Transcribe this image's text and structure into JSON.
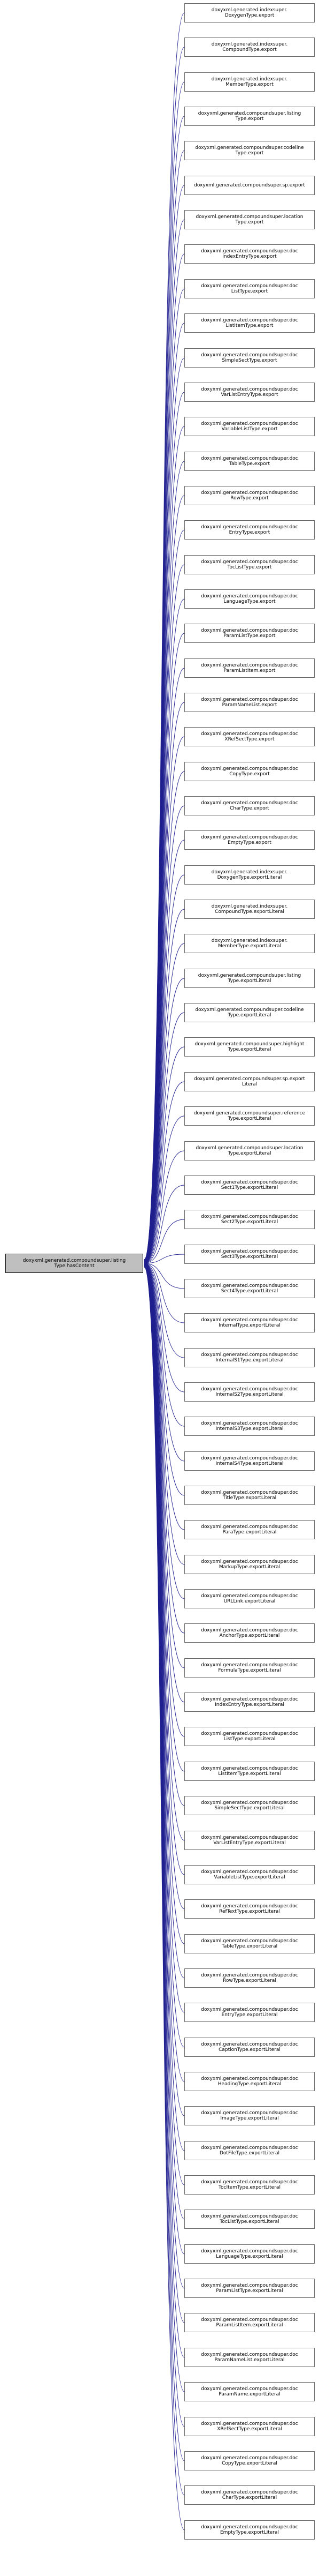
{
  "root": {
    "lines": [
      "doxyxml.generated.compoundsuper.listing",
      "Type.hasContent"
    ]
  },
  "colors": {
    "edge": "#1f1f8f",
    "node_border": "#666666",
    "root_fill": "#bfbfbf"
  },
  "nodes": [
    {
      "lines": [
        "doxyxml.generated.indexsuper.",
        "DoxygenType.export"
      ]
    },
    {
      "lines": [
        "doxyxml.generated.indexsuper.",
        "CompoundType.export"
      ]
    },
    {
      "lines": [
        "doxyxml.generated.indexsuper.",
        "MemberType.export"
      ]
    },
    {
      "lines": [
        "doxyxml.generated.compoundsuper.listing",
        "Type.export"
      ]
    },
    {
      "lines": [
        "doxyxml.generated.compoundsuper.codeline",
        "Type.export"
      ]
    },
    {
      "lines": [
        "doxyxml.generated.compoundsuper.sp.export"
      ]
    },
    {
      "lines": [
        "doxyxml.generated.compoundsuper.location",
        "Type.export"
      ]
    },
    {
      "lines": [
        "doxyxml.generated.compoundsuper.doc",
        "IndexEntryType.export"
      ]
    },
    {
      "lines": [
        "doxyxml.generated.compoundsuper.doc",
        "ListType.export"
      ]
    },
    {
      "lines": [
        "doxyxml.generated.compoundsuper.doc",
        "ListItemType.export"
      ]
    },
    {
      "lines": [
        "doxyxml.generated.compoundsuper.doc",
        "SimpleSectType.export"
      ]
    },
    {
      "lines": [
        "doxyxml.generated.compoundsuper.doc",
        "VarListEntryType.export"
      ]
    },
    {
      "lines": [
        "doxyxml.generated.compoundsuper.doc",
        "VariableListType.export"
      ]
    },
    {
      "lines": [
        "doxyxml.generated.compoundsuper.doc",
        "TableType.export"
      ]
    },
    {
      "lines": [
        "doxyxml.generated.compoundsuper.doc",
        "RowType.export"
      ]
    },
    {
      "lines": [
        "doxyxml.generated.compoundsuper.doc",
        "EntryType.export"
      ]
    },
    {
      "lines": [
        "doxyxml.generated.compoundsuper.doc",
        "TocListType.export"
      ]
    },
    {
      "lines": [
        "doxyxml.generated.compoundsuper.doc",
        "LanguageType.export"
      ]
    },
    {
      "lines": [
        "doxyxml.generated.compoundsuper.doc",
        "ParamListType.export"
      ]
    },
    {
      "lines": [
        "doxyxml.generated.compoundsuper.doc",
        "ParamListItem.export"
      ]
    },
    {
      "lines": [
        "doxyxml.generated.compoundsuper.doc",
        "ParamNameList.export"
      ]
    },
    {
      "lines": [
        "doxyxml.generated.compoundsuper.doc",
        "XRefSectType.export"
      ]
    },
    {
      "lines": [
        "doxyxml.generated.compoundsuper.doc",
        "CopyType.export"
      ]
    },
    {
      "lines": [
        "doxyxml.generated.compoundsuper.doc",
        "CharType.export"
      ]
    },
    {
      "lines": [
        "doxyxml.generated.compoundsuper.doc",
        "EmptyType.export"
      ]
    },
    {
      "lines": [
        "doxyxml.generated.indexsuper.",
        "DoxygenType.exportLiteral"
      ]
    },
    {
      "lines": [
        "doxyxml.generated.indexsuper.",
        "CompoundType.exportLiteral"
      ]
    },
    {
      "lines": [
        "doxyxml.generated.indexsuper.",
        "MemberType.exportLiteral"
      ]
    },
    {
      "lines": [
        "doxyxml.generated.compoundsuper.listing",
        "Type.exportLiteral"
      ]
    },
    {
      "lines": [
        "doxyxml.generated.compoundsuper.codeline",
        "Type.exportLiteral"
      ]
    },
    {
      "lines": [
        "doxyxml.generated.compoundsuper.highlight",
        "Type.exportLiteral"
      ]
    },
    {
      "lines": [
        "doxyxml.generated.compoundsuper.sp.export",
        "Literal"
      ]
    },
    {
      "lines": [
        "doxyxml.generated.compoundsuper.reference",
        "Type.exportLiteral"
      ]
    },
    {
      "lines": [
        "doxyxml.generated.compoundsuper.location",
        "Type.exportLiteral"
      ]
    },
    {
      "lines": [
        "doxyxml.generated.compoundsuper.doc",
        "Sect1Type.exportLiteral"
      ]
    },
    {
      "lines": [
        "doxyxml.generated.compoundsuper.doc",
        "Sect2Type.exportLiteral"
      ]
    },
    {
      "lines": [
        "doxyxml.generated.compoundsuper.doc",
        "Sect3Type.exportLiteral"
      ]
    },
    {
      "lines": [
        "doxyxml.generated.compoundsuper.doc",
        "Sect4Type.exportLiteral"
      ]
    },
    {
      "lines": [
        "doxyxml.generated.compoundsuper.doc",
        "InternalType.exportLiteral"
      ]
    },
    {
      "lines": [
        "doxyxml.generated.compoundsuper.doc",
        "InternalS1Type.exportLiteral"
      ]
    },
    {
      "lines": [
        "doxyxml.generated.compoundsuper.doc",
        "InternalS2Type.exportLiteral"
      ]
    },
    {
      "lines": [
        "doxyxml.generated.compoundsuper.doc",
        "InternalS3Type.exportLiteral"
      ]
    },
    {
      "lines": [
        "doxyxml.generated.compoundsuper.doc",
        "InternalS4Type.exportLiteral"
      ]
    },
    {
      "lines": [
        "doxyxml.generated.compoundsuper.doc",
        "TitleType.exportLiteral"
      ]
    },
    {
      "lines": [
        "doxyxml.generated.compoundsuper.doc",
        "ParaType.exportLiteral"
      ]
    },
    {
      "lines": [
        "doxyxml.generated.compoundsuper.doc",
        "MarkupType.exportLiteral"
      ]
    },
    {
      "lines": [
        "doxyxml.generated.compoundsuper.doc",
        "URLLink.exportLiteral"
      ]
    },
    {
      "lines": [
        "doxyxml.generated.compoundsuper.doc",
        "AnchorType.exportLiteral"
      ]
    },
    {
      "lines": [
        "doxyxml.generated.compoundsuper.doc",
        "FormulaType.exportLiteral"
      ]
    },
    {
      "lines": [
        "doxyxml.generated.compoundsuper.doc",
        "IndexEntryType.exportLiteral"
      ]
    },
    {
      "lines": [
        "doxyxml.generated.compoundsuper.doc",
        "ListType.exportLiteral"
      ]
    },
    {
      "lines": [
        "doxyxml.generated.compoundsuper.doc",
        "ListItemType.exportLiteral"
      ]
    },
    {
      "lines": [
        "doxyxml.generated.compoundsuper.doc",
        "SimpleSectType.exportLiteral"
      ]
    },
    {
      "lines": [
        "doxyxml.generated.compoundsuper.doc",
        "VarListEntryType.exportLiteral"
      ]
    },
    {
      "lines": [
        "doxyxml.generated.compoundsuper.doc",
        "VariableListType.exportLiteral"
      ]
    },
    {
      "lines": [
        "doxyxml.generated.compoundsuper.doc",
        "RefTextType.exportLiteral"
      ]
    },
    {
      "lines": [
        "doxyxml.generated.compoundsuper.doc",
        "TableType.exportLiteral"
      ]
    },
    {
      "lines": [
        "doxyxml.generated.compoundsuper.doc",
        "RowType.exportLiteral"
      ]
    },
    {
      "lines": [
        "doxyxml.generated.compoundsuper.doc",
        "EntryType.exportLiteral"
      ]
    },
    {
      "lines": [
        "doxyxml.generated.compoundsuper.doc",
        "CaptionType.exportLiteral"
      ]
    },
    {
      "lines": [
        "doxyxml.generated.compoundsuper.doc",
        "HeadingType.exportLiteral"
      ]
    },
    {
      "lines": [
        "doxyxml.generated.compoundsuper.doc",
        "ImageType.exportLiteral"
      ]
    },
    {
      "lines": [
        "doxyxml.generated.compoundsuper.doc",
        "DotFileType.exportLiteral"
      ]
    },
    {
      "lines": [
        "doxyxml.generated.compoundsuper.doc",
        "TocItemType.exportLiteral"
      ]
    },
    {
      "lines": [
        "doxyxml.generated.compoundsuper.doc",
        "TocListType.exportLiteral"
      ]
    },
    {
      "lines": [
        "doxyxml.generated.compoundsuper.doc",
        "LanguageType.exportLiteral"
      ]
    },
    {
      "lines": [
        "doxyxml.generated.compoundsuper.doc",
        "ParamListType.exportLiteral"
      ]
    },
    {
      "lines": [
        "doxyxml.generated.compoundsuper.doc",
        "ParamListItem.exportLiteral"
      ]
    },
    {
      "lines": [
        "doxyxml.generated.compoundsuper.doc",
        "ParamNameList.exportLiteral"
      ]
    },
    {
      "lines": [
        "doxyxml.generated.compoundsuper.doc",
        "ParamName.exportLiteral"
      ]
    },
    {
      "lines": [
        "doxyxml.generated.compoundsuper.doc",
        "XRefSectType.exportLiteral"
      ]
    },
    {
      "lines": [
        "doxyxml.generated.compoundsuper.doc",
        "CopyType.exportLiteral"
      ]
    },
    {
      "lines": [
        "doxyxml.generated.compoundsuper.doc",
        "CharType.exportLiteral"
      ]
    },
    {
      "lines": [
        "doxyxml.generated.compoundsuper.doc",
        "EmptyType.exportLiteral"
      ]
    }
  ]
}
